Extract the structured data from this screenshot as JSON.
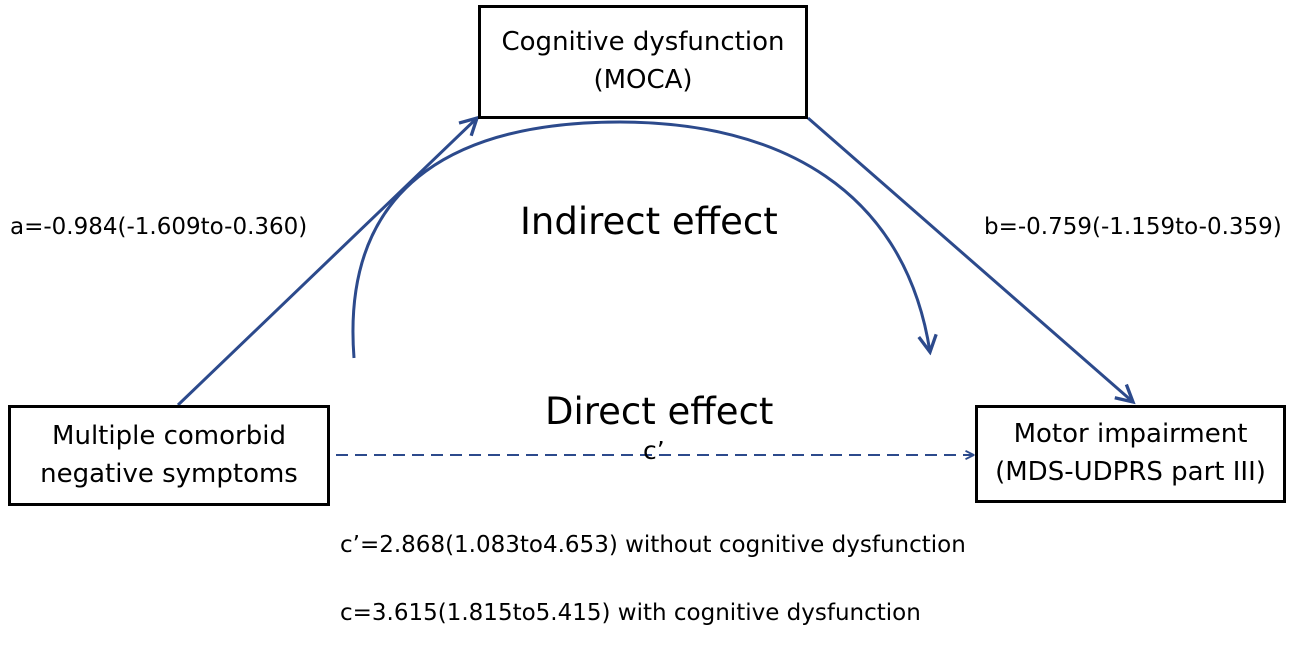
{
  "diagram": {
    "nodes": {
      "mediator": {
        "line1": "Cognitive dysfunction",
        "line2": "(MOCA)"
      },
      "predictor": {
        "line1": "Multiple comorbid",
        "line2": "negative symptoms"
      },
      "outcome": {
        "line1": "Motor impairment",
        "line2": "(MDS-UDPRS part III)"
      }
    },
    "paths": {
      "a": "a=-0.984(-1.609to-0.360)",
      "b": "b=-0.759(-1.159to-0.359)",
      "c_prime": "c’"
    },
    "effect_labels": {
      "indirect": "Indirect effect",
      "direct": "Direct effect"
    },
    "notes": {
      "without": "c’=2.868(1.083to4.653) without cognitive dysfunction",
      "with": "c=3.615(1.815to5.415) with cognitive dysfunction"
    },
    "colors": {
      "arrow": "#2c4a8c",
      "box_border": "#000000",
      "text": "#000000"
    }
  }
}
